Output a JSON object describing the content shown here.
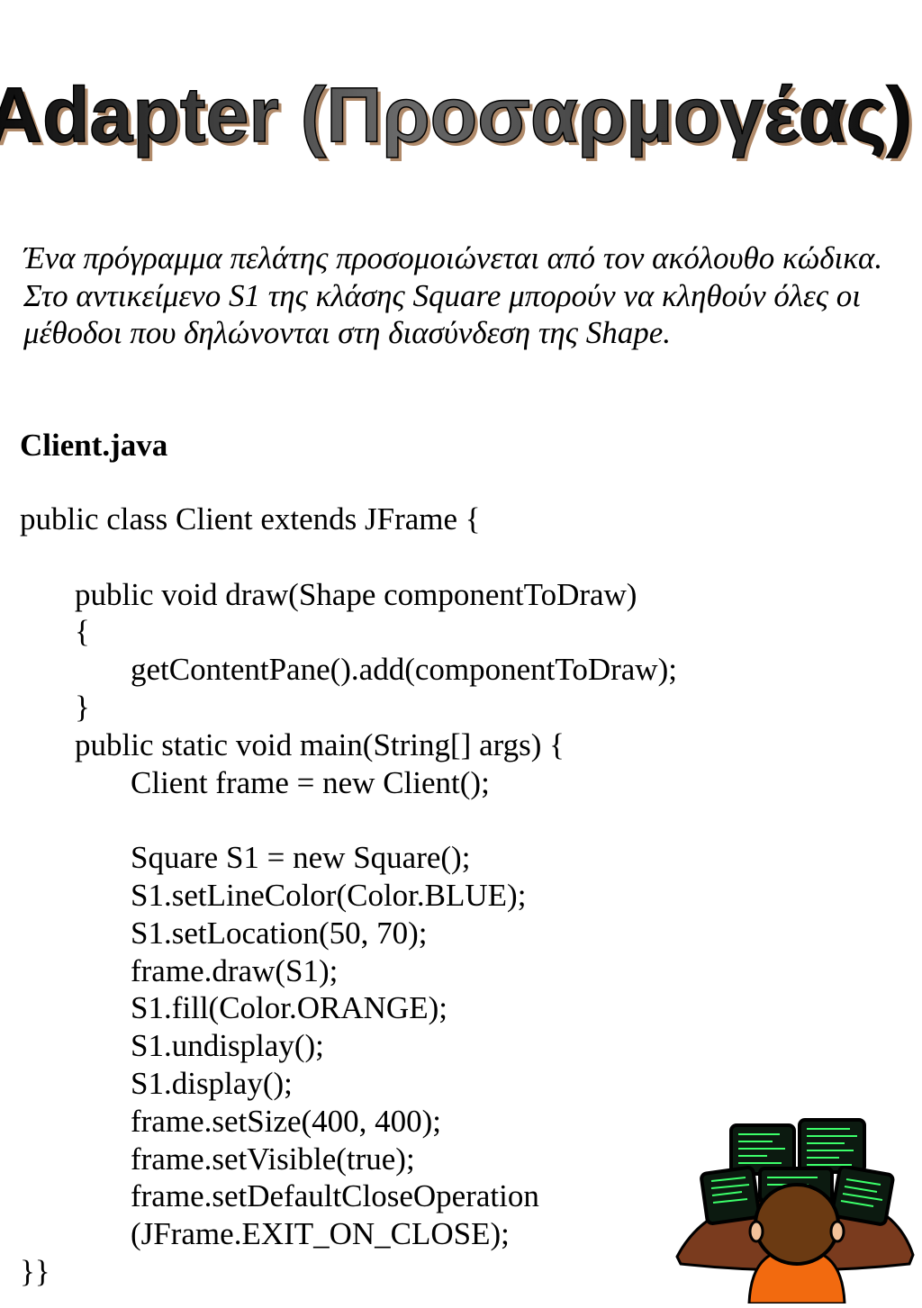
{
  "page": {
    "title": "Adapter (Προσαρμογέας)",
    "intro": "Ένα πρόγραμμα πελάτης προσομοιώνεται από τον ακόλουθο κώδικα. Στο αντικείμενο S1 της κλάσης Square μπορούν να κληθούν όλες οι μέθοδοι που δηλώνονται στη διασύνδεση της Shape.",
    "section_heading": "Client.java"
  },
  "code": {
    "lines": [
      "public class Client extends JFrame {",
      "",
      "public void draw(Shape componentToDraw)",
      "{",
      "getContentPane().add(componentToDraw);",
      "}",
      "public static void main(String[] args) {",
      "Client frame = new Client();",
      "",
      "Square S1 = new Square();",
      "S1.setLineColor(Color.BLUE);",
      "S1.setLocation(50, 70);",
      "frame.draw(S1);",
      "S1.fill(Color.ORANGE);",
      "S1.undisplay();",
      "S1.display();",
      "frame.setSize(400, 400);",
      "frame.setVisible(true);",
      "frame.setDefaultCloseOperation",
      "(JFrame.EXIT_ON_CLOSE);",
      "}}"
    ]
  },
  "illustration": {
    "icon": "programmer-at-computers-icon",
    "colors": {
      "desk": "#7a3b1e",
      "shirt": "#f26a0f",
      "hair": "#6b3a12",
      "screen": "#0c1a10",
      "code_green": "#3cff6a"
    }
  },
  "colors": {
    "title_fill_light": "#6a6a6a",
    "title_fill_dark": "#0a0a0a",
    "title_shadow": "#b08a6a"
  }
}
